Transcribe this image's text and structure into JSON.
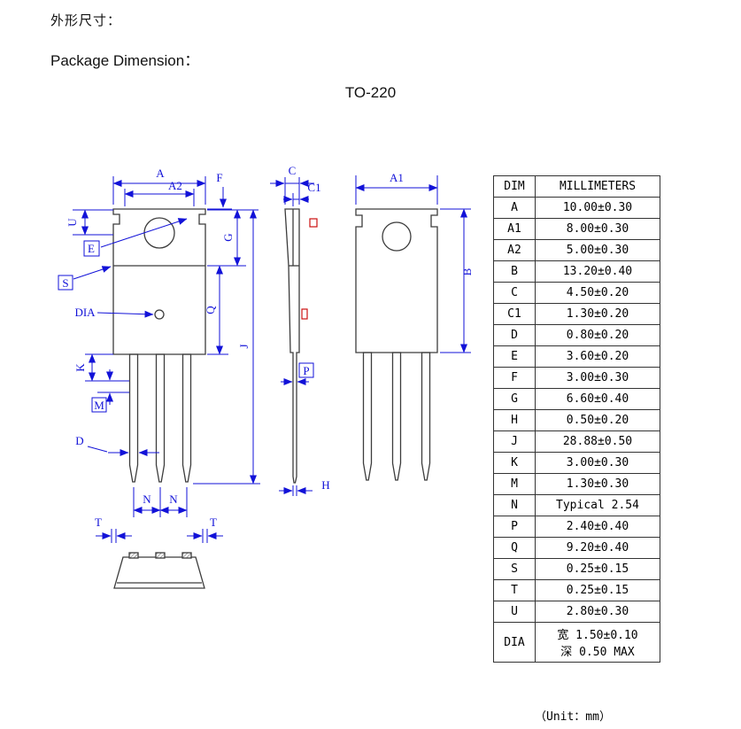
{
  "page": {
    "heading_cn": "外形尺寸：",
    "heading_en": "Package Dimension：",
    "package_title": "TO-220",
    "unit_note": "（Unit：mm）"
  },
  "table": {
    "headers": [
      "DIM",
      "MILLIMETERS"
    ],
    "rows": [
      {
        "dim": "A",
        "mm": "10.00±0.30"
      },
      {
        "dim": "A1",
        "mm": "8.00±0.30"
      },
      {
        "dim": "A2",
        "mm": "5.00±0.30"
      },
      {
        "dim": "B",
        "mm": "13.20±0.40"
      },
      {
        "dim": "C",
        "mm": "4.50±0.20"
      },
      {
        "dim": "C1",
        "mm": "1.30±0.20"
      },
      {
        "dim": "D",
        "mm": "0.80±0.20"
      },
      {
        "dim": "E",
        "mm": "3.60±0.20"
      },
      {
        "dim": "F",
        "mm": "3.00±0.30"
      },
      {
        "dim": "G",
        "mm": "6.60±0.40"
      },
      {
        "dim": "H",
        "mm": "0.50±0.20"
      },
      {
        "dim": "J",
        "mm": "28.88±0.50"
      },
      {
        "dim": "K",
        "mm": "3.00±0.30"
      },
      {
        "dim": "M",
        "mm": "1.30±0.30"
      },
      {
        "dim": "N",
        "mm": "Typical 2.54"
      },
      {
        "dim": "P",
        "mm": "2.40±0.40"
      },
      {
        "dim": "Q",
        "mm": "9.20±0.40"
      },
      {
        "dim": "S",
        "mm": "0.25±0.15"
      },
      {
        "dim": "T",
        "mm": "0.25±0.15"
      },
      {
        "dim": "U",
        "mm": "2.80±0.30"
      },
      {
        "dim": "DIA",
        "mm": "宽 1.50±0.10",
        "mm2": "深 0.50 MAX"
      }
    ]
  },
  "diagram": {
    "colors": {
      "dimension_blue": "#1212d8",
      "outline_gray": "#3c3c3c",
      "red_mark": "#cc1111"
    },
    "labels": {
      "A": "A",
      "A1": "A1",
      "A2": "A2",
      "B": "B",
      "C": "C",
      "C1": "C1",
      "D": "D",
      "E": "E",
      "F": "F",
      "G": "G",
      "H": "H",
      "J": "J",
      "K": "K",
      "M": "M",
      "N1": "N",
      "N2": "N",
      "P": "P",
      "Q": "Q",
      "S": "S",
      "T1": "T",
      "T2": "T",
      "U": "U",
      "DIA": "DIA"
    }
  }
}
